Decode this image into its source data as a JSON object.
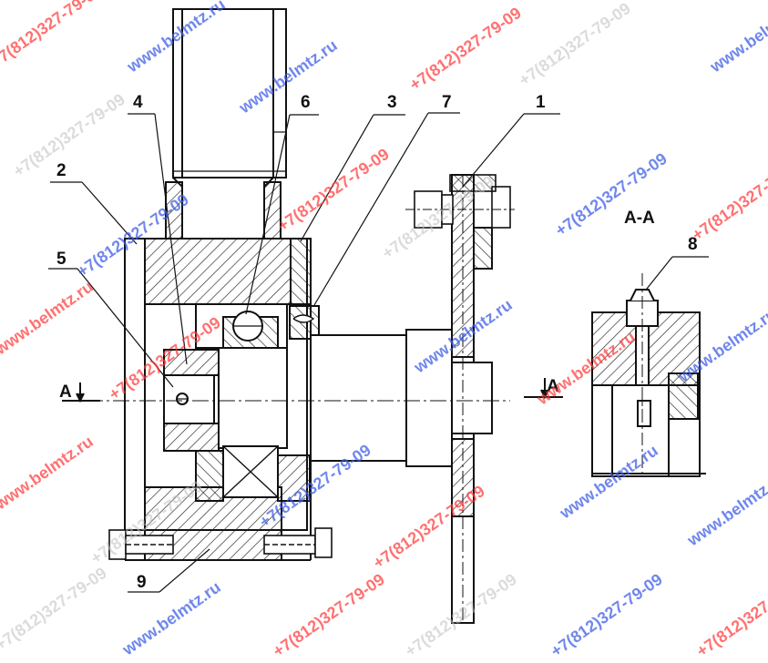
{
  "callouts": {
    "c1": "1",
    "c2": "2",
    "c3": "3",
    "c4": "4",
    "c5": "5",
    "c6": "6",
    "c7": "7",
    "c8": "8",
    "c9": "9"
  },
  "section": {
    "title": "А-А",
    "left_marker": "А",
    "right_marker": "А"
  },
  "watermarks": {
    "site": "www.belmtz.ru",
    "phone": "+7(812)327-79-09",
    "phone_grey": "+7(812)327-79-09",
    "phone_partial": "+7(812)327-79-0"
  },
  "colors": {
    "ink": "#111111",
    "hatch": "#222222",
    "watermark_blue": "#3f5fe6",
    "watermark_red": "#ff3b3b",
    "watermark_grey": "#bfbfbf"
  }
}
